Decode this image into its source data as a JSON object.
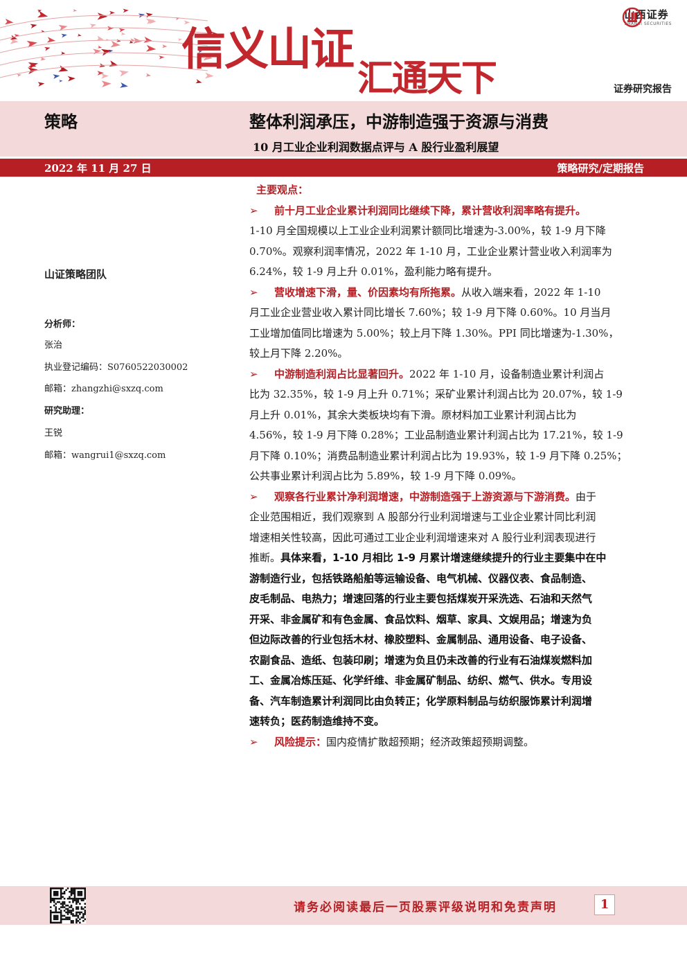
{
  "header": {
    "slogan_big": "信义山证",
    "slogan_small": "汇通天下",
    "logo_cn": "山西证券",
    "logo_en": "SHANXI SECURITIES",
    "report_type": "证券研究报告"
  },
  "title": {
    "category": "策略",
    "main": "整体利润承压，中游制造强于资源与消费",
    "sub": "10 月工业企业利润数据点评与 A 股行业盈利展望"
  },
  "date_bar": {
    "date": "2022 年 11 月 27 日",
    "right": "策略研究/定期报告"
  },
  "sidebar": {
    "team": "山证策略团队",
    "analyst_label": "分析师：",
    "analyst_name": "张治",
    "reg_no": "执业登记编码：S0760522030002",
    "analyst_email": "邮箱：zhangzhi@sxzq.com",
    "assistant_label": "研究助理：",
    "assistant_name": "王锐",
    "assistant_email": "邮箱：wangrui1@sxzq.com"
  },
  "content": {
    "heading": "主要观点：",
    "b1_head": "前十月工业企业累计利润同比继续下降，累计营收利润率略有提升。",
    "b1_lines": [
      "1-10 月全国规模以上工业企业利润累计额同比增速为-3.00%，较 1-9 月下降",
      "0.70%。观察利润率情况，2022 年 1-10 月，工业企业累计营业收入利润率为",
      "6.24%，较 1-9 月上升 0.01%，盈利能力略有提升。"
    ],
    "b2_head": "营收增速下滑，量、价因素均有所拖累。",
    "b2_first": "从收入端来看，2022 年 1-10",
    "b2_lines": [
      "月工业企业营业收入累计同比增长 7.60%；较 1-9 月下降 0.60%。10 月当月",
      "工业增加值同比增速为 5.00%；较上月下降 1.30%。PPI 同比增速为-1.30%，",
      "较上月下降 2.20%。"
    ],
    "b3_head": "中游制造利润占比显著回升。",
    "b3_first": "2022 年 1-10 月，设备制造业累计利润占",
    "b3_lines": [
      "比为 32.35%，较 1-9 月上升 0.71%；采矿业累计利润占比为 20.07%，较 1-9",
      "月上升 0.01%，其余大类板块均有下滑。原材料加工业累计利润占比为",
      "4.56%，较 1-9 月下降 0.28%；工业品制造业累计利润占比为 17.21%，较 1-9",
      "月下降 0.10%；消费品制造业累计利润占比为 19.93%，较 1-9 月下降 0.25%；",
      "公共事业累计利润占比为 5.89%，较 1-9 月下降 0.09%。"
    ],
    "b4_head": "观察各行业累计净利润增速，中游制造强于上游资源与下游消费。",
    "b4_first": "由于",
    "b4_lines": [
      "企业范围相近，我们观察到 A 股部分行业利润增速与工业企业累计同比利润",
      "增速相关性较高，因此可通过工业企业利润增速来对 A 股行业利润表现进行"
    ],
    "b4_plain_tail": "推断。",
    "b4_bold_first": "具体来看，1-10 月相比 1-9 月累计增速继续提升的行业主要集中在中",
    "b4_bold_lines": [
      "游制造行业，包括铁路船舶等运输设备、电气机械、仪器仪表、食品制造、",
      "皮毛制品、电热力；增速回落的行业主要包括煤炭开采洗选、石油和天然气",
      "开采、非金属矿和有色金属、食品饮料、烟草、家具、文娱用品；增速为负",
      "但边际改善的行业包括木材、橡胶塑料、金属制品、通用设备、电子设备、",
      "农副食品、造纸、包装印刷；增速为负且仍未改善的行业有石油煤炭燃料加",
      "工、金属冶炼压延、化学纤维、非金属矿制品、纺织、燃气、供水。专用设",
      "备、汽车制造累计利润同比由负转正；化学原料制品与纺织服饰累计利润增",
      "速转负；医药制造维持不变。"
    ],
    "b5_head": "风险提示：",
    "b5_text": "国内疫情扩散超预期；经济政策超预期调整。"
  },
  "footer": {
    "disclaimer": "请务必阅读最后一页股票评级说明和免责声明",
    "page": "1"
  },
  "colors": {
    "brand_red": "#b62025",
    "band_pink": "#f3d9d9"
  },
  "icons": {
    "bullet": "➢",
    "logo": "shanxi-securities-logo-icon",
    "qr": "qr-code-icon"
  }
}
